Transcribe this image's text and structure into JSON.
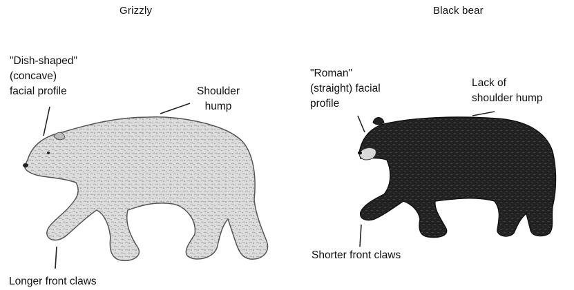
{
  "grizzly": {
    "title": "Grizzly",
    "face_label": [
      "\"Dish-shaped\"",
      "(concave)",
      "facial profile"
    ],
    "hump_label": [
      "Shoulder",
      "hump"
    ],
    "claw_label": "Longer front claws"
  },
  "black_bear": {
    "title": "Black bear",
    "face_label": [
      "\"Roman\"",
      "(straight) facial",
      "profile"
    ],
    "hump_label": [
      "Lack of",
      "shoulder hump"
    ],
    "claw_label": "Shorter front claws"
  }
}
